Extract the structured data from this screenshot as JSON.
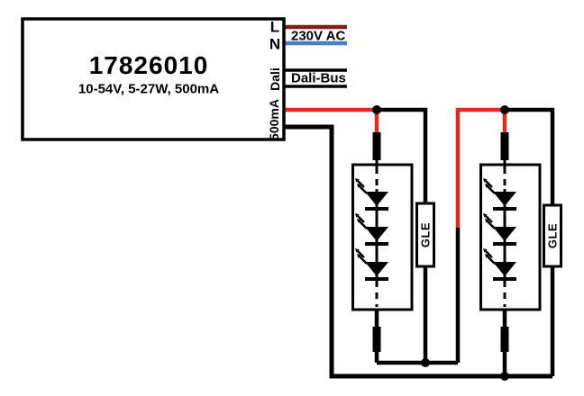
{
  "driver": {
    "model": "17826010",
    "specs": "10-54V, 5-27W, 500mA",
    "terminal_l": "L",
    "terminal_n": "N",
    "terminal_dali": "Dali",
    "terminal_output": "500mA"
  },
  "labels": {
    "mains": "230V AC",
    "dali_bus": "Dali-Bus"
  },
  "modules": [
    {
      "gle": "GLE"
    },
    {
      "gle": "GLE"
    }
  ],
  "diagram": {
    "module_count": 2,
    "leds_per_module": 3
  },
  "colors": {
    "line_l_wire": "#7a2019",
    "neutral_n_wire": "#4a7ec0",
    "led_positive_wire": "#e02a20",
    "wire_black": "#000000",
    "background": "#ffffff"
  }
}
